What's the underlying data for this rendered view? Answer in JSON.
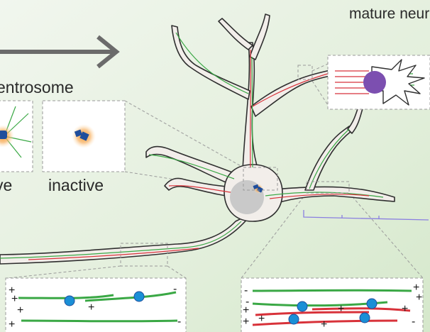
{
  "labels": {
    "mature_neuron": "mature neuron",
    "centrosome": "entrosome",
    "active": "ve",
    "inactive": "inactive"
  },
  "polarity_signs": {
    "plus": "+",
    "minus": "-"
  },
  "colors": {
    "background": "#e8f1e4",
    "arrow": "#6b6b6b",
    "neuron_fill": "#f2eeea",
    "neuron_outline": "#2f2f2f",
    "microtubule_green": "#3aa845",
    "microtubule_red": "#d8323a",
    "motor_blue": "#1a8fd6",
    "centrosome_blue": "#1f4e9c",
    "nucleus_grey": "#c9c9c9",
    "growth_cone_purple": "#7c4fb0",
    "halo_orange": "#f59a2c",
    "annotation_violet": "#8a7fe0",
    "dashed_box": "#9a9a9a"
  },
  "icons": {
    "arrow": "right-arrow-icon",
    "centrosome": "centrosome-icon",
    "growth_cone": "growth-cone-icon"
  }
}
